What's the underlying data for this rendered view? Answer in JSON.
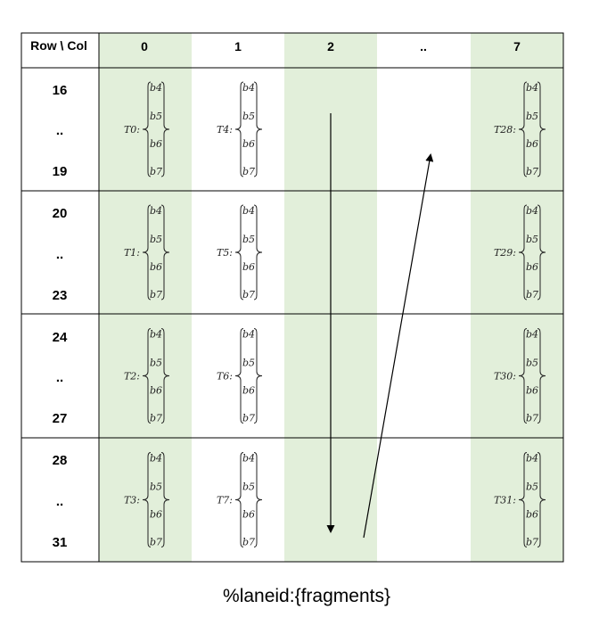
{
  "header": {
    "corner": "Row \\ Col",
    "columns": [
      "0",
      "1",
      "2",
      "..",
      "7"
    ]
  },
  "row_groups": [
    {
      "labels": [
        "16",
        "..",
        "19"
      ],
      "cells": [
        "T0:",
        "T4:",
        "",
        "",
        "T28:"
      ]
    },
    {
      "labels": [
        "20",
        "..",
        "23"
      ],
      "cells": [
        "T1:",
        "T5:",
        "",
        "",
        "T29:"
      ]
    },
    {
      "labels": [
        "24",
        "..",
        "27"
      ],
      "cells": [
        "T2:",
        "T6:",
        "",
        "",
        "T30:"
      ]
    },
    {
      "labels": [
        "28",
        "..",
        "31"
      ],
      "cells": [
        "T3:",
        "T7:",
        "",
        "",
        "T31:"
      ]
    }
  ],
  "fragments": [
    "b4",
    "b5",
    "b6",
    "b7"
  ],
  "caption": "%laneid:{fragments}",
  "colors": {
    "shaded_column": "#e2efda",
    "grid_line": "#000000",
    "text": "#000000"
  },
  "arrows": [
    {
      "name": "down-arrow",
      "direction": "down"
    },
    {
      "name": "up-arrow",
      "direction": "up-right"
    }
  ]
}
